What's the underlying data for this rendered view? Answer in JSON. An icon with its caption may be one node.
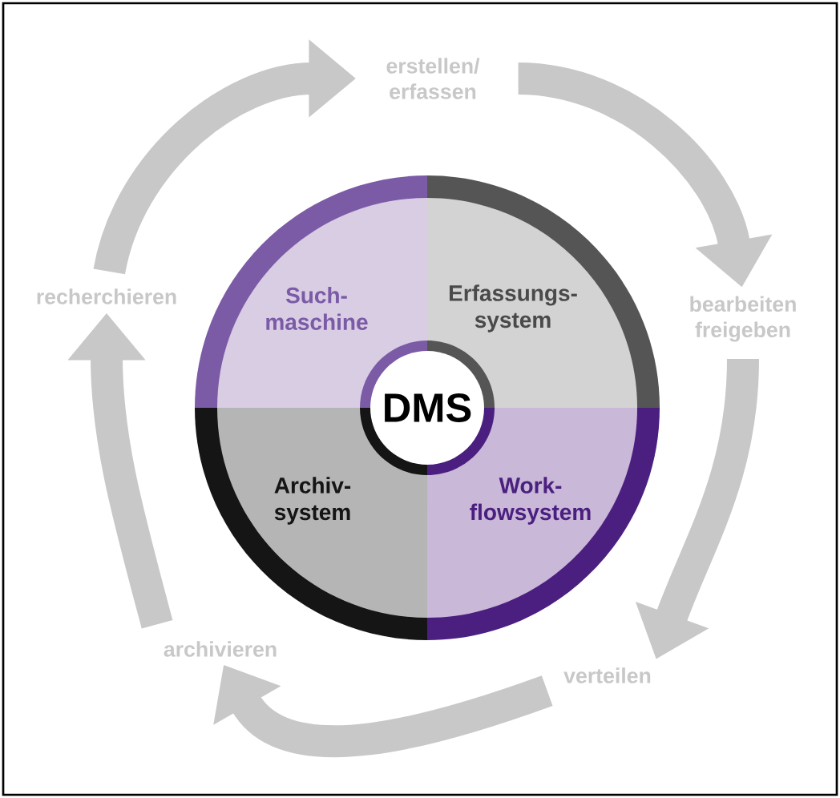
{
  "diagram": {
    "nodes": [
      {
        "text": [
          "erstellen/ erfassen"
        ]
      },
      {
        "text": [
          "recherchieren"
        ]
      },
      {
        "text": [
          "bearbeiten freigeben"
        ]
      },
      {
        "text": [
          "Such- maschine"
        ]
      },
      {
        "text": [
          "Erfassungs- system"
        ]
      },
      {
        "text": [
          "DMS"
        ]
      },
      {
        "text": [
          "Archiv- system"
        ]
      },
      {
        "text": [
          "Work- flowsystem"
        ]
      },
      {
        "text": [
          "archivieren"
        ]
      },
      {
        "text": [
          "verteilen"
        ]
      }
    ],
    "edges": [
      {
        "from": 0,
        "to": 2,
        "arrow": "to"
      },
      {
        "from": 2,
        "to": 9,
        "arrow": "to"
      },
      {
        "from": 9,
        "to": 8,
        "arrow": "to"
      },
      {
        "from": 8,
        "to": 1,
        "arrow": "to"
      },
      {
        "from": 1,
        "to": 0,
        "arrow": "to"
      }
    ]
  }
}
